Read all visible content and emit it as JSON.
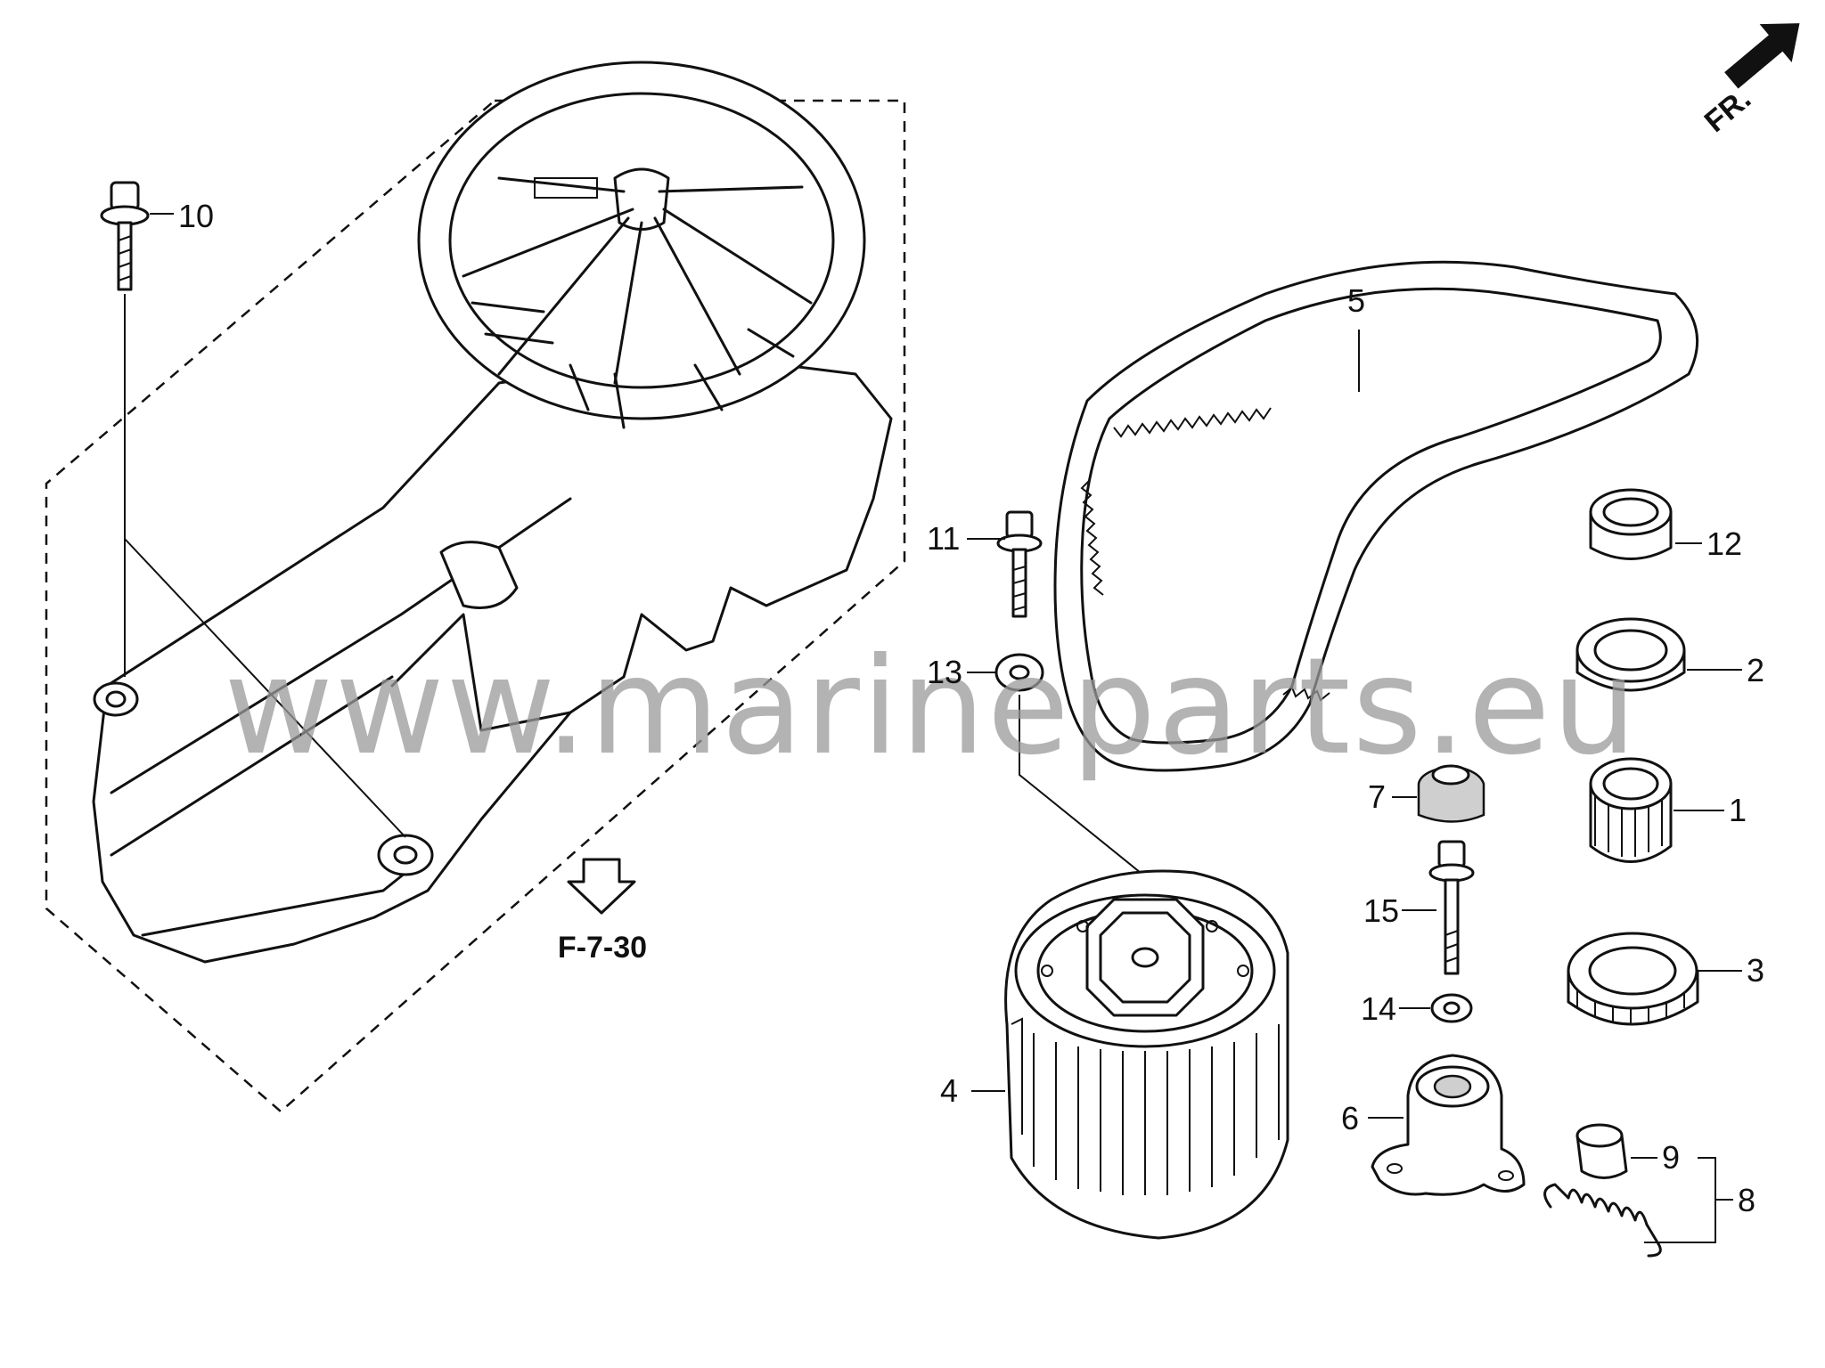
{
  "watermark": "www.marineparts.eu",
  "direction_label": "FR.",
  "reference_label": "F-7-30",
  "callouts": {
    "c1": "1",
    "c2": "2",
    "c3": "3",
    "c4": "4",
    "c5": "5",
    "c6": "6",
    "c7": "7",
    "c8": "8",
    "c9": "9",
    "c10": "10",
    "c11": "11",
    "c12": "12",
    "c13": "13",
    "c14": "14",
    "c15": "15"
  }
}
